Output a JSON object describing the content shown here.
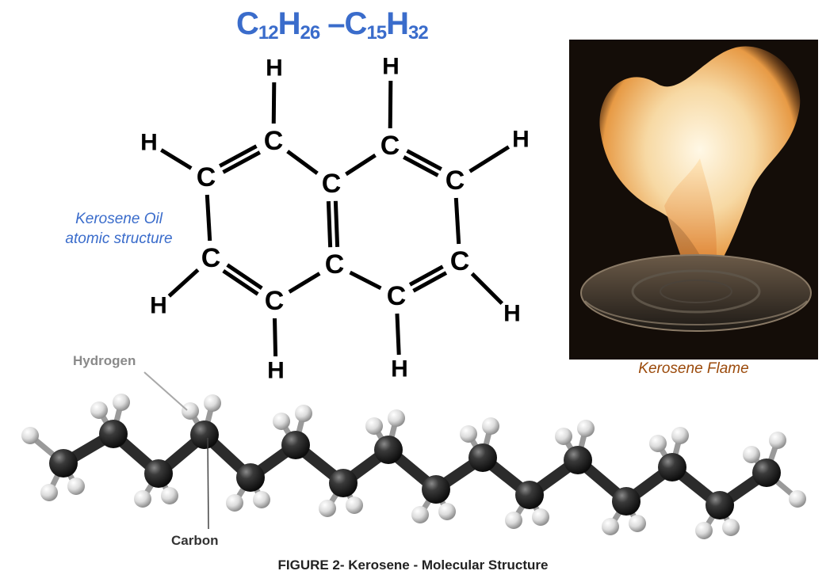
{
  "formula": {
    "part1_main": "C",
    "part1_sub": "12",
    "part2_main": "H",
    "part2_sub": "26",
    "dash": " –",
    "part3_main": "C",
    "part3_sub": "15",
    "part4_main": "H",
    "part4_sub": "32"
  },
  "structure_caption": {
    "line1": "Kerosene Oil",
    "line2": "atomic structure"
  },
  "atoms": {
    "carbon": "C",
    "hydrogen": "H"
  },
  "flame_caption": "Kerosene Flame",
  "labels": {
    "hydrogen": "Hydrogen",
    "carbon": "Carbon"
  },
  "figure_caption": "FIGURE 2- Kerosene  - Molecular Structure",
  "colors": {
    "formula_blue": "#3a6ccb",
    "flame_caption_brown": "#9b4a0b",
    "carbon_sphere": "#2a2a2a",
    "hydrogen_sphere": "#e6e6e6"
  }
}
